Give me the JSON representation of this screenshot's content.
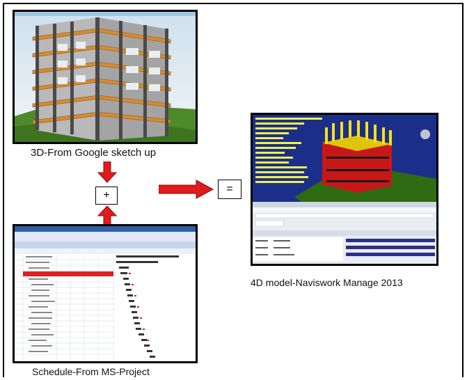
{
  "captions": {
    "sketchup": "3D-From Google sketch up",
    "msproject": "Schedule-From MS-Project",
    "navisworks": "4D model-Naviswork Manage 2013"
  },
  "operators": {
    "plus": "+",
    "equals": "="
  },
  "colors": {
    "arrow_red": "#e01b1b",
    "arrow_dark": "#8a0c0c",
    "slab_orange": "#d98a2b",
    "grass_green": "#2f6b12",
    "navis_bg": "#1b2f8a",
    "navis_text": "#f2f24a"
  }
}
